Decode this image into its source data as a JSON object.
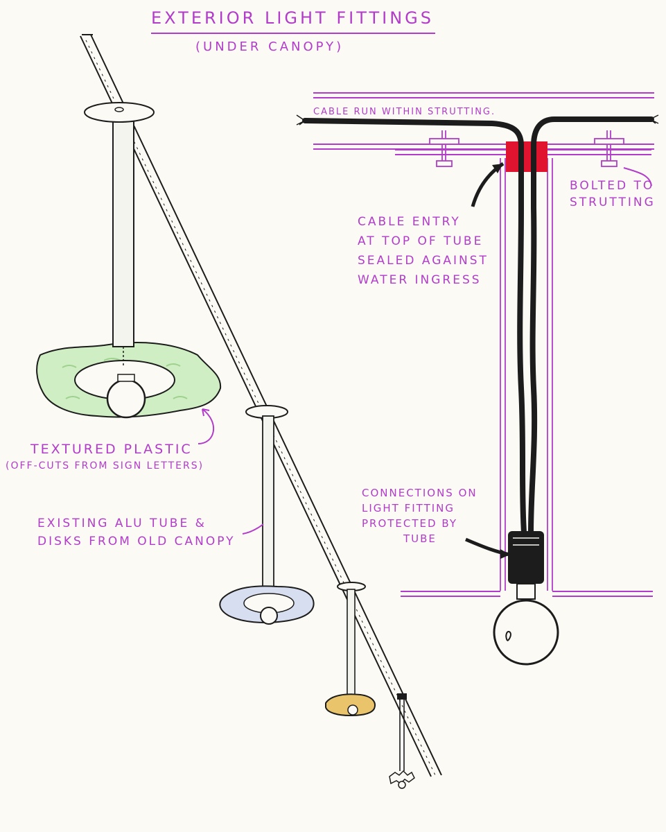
{
  "title": "EXTERIOR LIGHT FITTINGS",
  "subtitle": "(UNDER CANOPY)",
  "labels": {
    "cable_run": "CABLE RUN WITHIN STRUTTING.",
    "bolted": [
      "BOLTED TO",
      "STRUTTING"
    ],
    "cable_entry": [
      "CABLE ENTRY",
      "AT TOP OF TUBE",
      "SEALED AGAINST",
      "WATER INGRESS"
    ],
    "textured_plastic": [
      "TEXTURED PLASTIC",
      "(OFF-CUTS FROM SIGN LETTERS)"
    ],
    "existing_tube": [
      "EXISTING ALU TUBE &",
      "DISKS FROM OLD CANOPY"
    ],
    "connections": [
      "CONNECTIONS ON",
      "LIGHT FITTING",
      "PROTECTED BY",
      "TUBE"
    ]
  },
  "colors": {
    "ink": "#1c1c1c",
    "annotation": "#b23cc9",
    "seal": "#e0142f",
    "plastic": "#cfeec3",
    "plastic_small": "#d6def0",
    "plastic_yellow": "#e9c46a"
  }
}
